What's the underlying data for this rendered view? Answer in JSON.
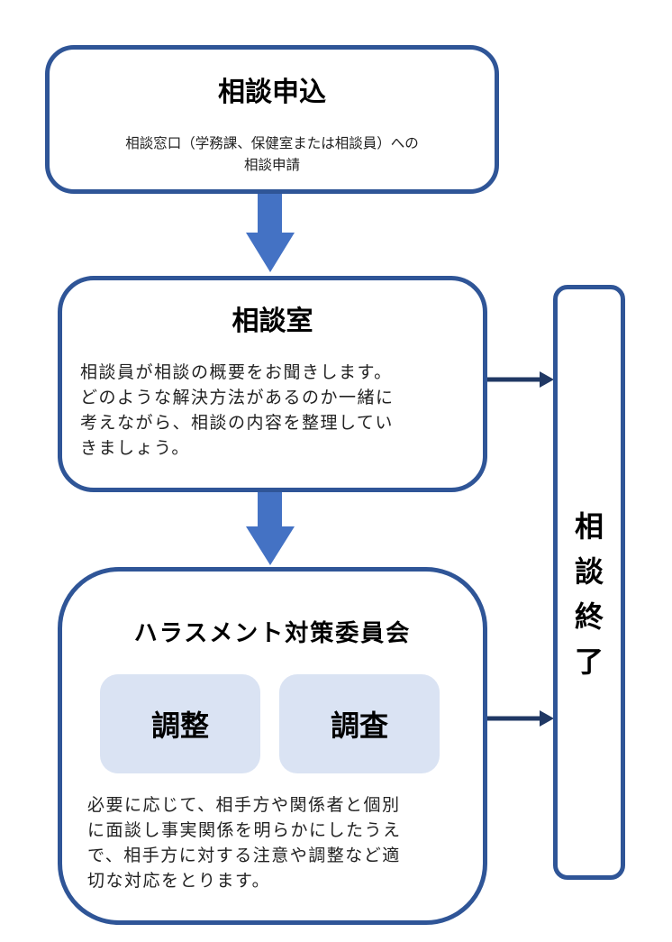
{
  "diagram": {
    "steps": [
      {
        "title": "相談申込",
        "description_lines": [
          "相談窓口（学務課、保健室または相談員）への",
          "相談申請"
        ]
      },
      {
        "title": "相談室",
        "description_lines": [
          "相談員が相談の概要をお聞きします。",
          "どのような解決方法があるのか一緒に",
          "考えながら、相談の内容を整理してい",
          "きましょう。"
        ]
      },
      {
        "title": "ハラスメント対策委員会",
        "sub_items": [
          "調整",
          "調査"
        ],
        "description_lines": [
          "必要に応じて、相手方や関係者と個別",
          "に面談し事実関係を明らかにしたうえ",
          "で、相手方に対する注意や調整など適",
          "切な対応をとります。"
        ]
      }
    ],
    "end": {
      "title_chars": [
        "相",
        "談",
        "終",
        "了"
      ]
    },
    "colors": {
      "border": "#2f5597",
      "down_arrow": "#4472c4",
      "side_arrow": "#203864",
      "sub_box_fill": "#dae3f3"
    }
  }
}
